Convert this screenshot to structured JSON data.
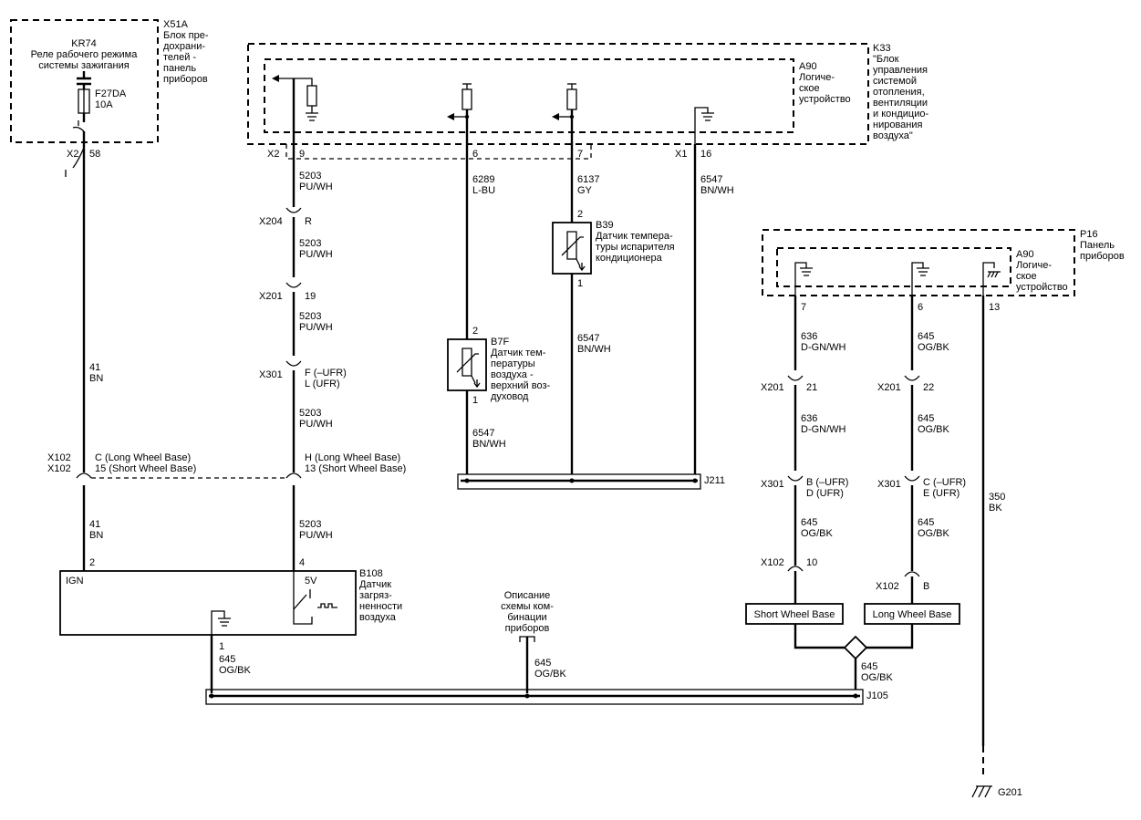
{
  "components": {
    "x51a": {
      "id": "X51A",
      "desc": [
        "Блок пре-",
        "дохрани-",
        "телей -",
        "панель",
        "приборов"
      ]
    },
    "kr74": {
      "id": "KR74",
      "desc": [
        "Реле рабочего режима",
        "системы зажигания"
      ]
    },
    "f27da": {
      "id": "F27DA",
      "rating": "10A"
    },
    "k33": {
      "id": "K33",
      "desc": [
        "\"Блок",
        "управления",
        "системой",
        "отопления,",
        "вентиляции",
        "и кондицио-",
        "нирования",
        "воздуха\""
      ]
    },
    "a90_k33": {
      "id": "A90",
      "desc": [
        "Логиче-",
        "ское",
        "устройство"
      ]
    },
    "p16": {
      "id": "P16",
      "desc": [
        "Панель",
        "приборов"
      ]
    },
    "a90_p16": {
      "id": "A90",
      "desc": [
        "Логиче-",
        "ское",
        "устройство"
      ]
    },
    "b39": {
      "id": "B39",
      "desc": [
        "Датчик темпера-",
        "туры испарителя",
        "кондиционера"
      ],
      "pin_top": "2",
      "pin_bottom": "1"
    },
    "b7f": {
      "id": "B7F",
      "desc": [
        "Датчик тем-",
        "пературы",
        "воздуха -",
        "верхний воз-",
        "духовод"
      ],
      "pin_top": "2",
      "pin_bottom": "1"
    },
    "b108": {
      "id": "B108",
      "desc": [
        "Датчик",
        "загряз-",
        "ненности",
        "воздуха"
      ],
      "ign": "IGN",
      "v5": "5V",
      "pin_left": "2",
      "pin_right": "4",
      "pin_ground": "1"
    },
    "j211": {
      "id": "J211"
    },
    "j105": {
      "id": "J105"
    },
    "g201": {
      "id": "G201"
    },
    "cluster_desc": [
      "Описание",
      "схемы ком-",
      "бинации",
      "приборов"
    ]
  },
  "connectors": {
    "x2_fuse": "X2",
    "x2_fuse_pin": "58",
    "x2_k33": "X2",
    "x2_k33_pin": "9",
    "x1_k33": "X1",
    "x1_k33_pin": "16",
    "k33_pin6": "6",
    "k33_pin7": "7",
    "p16_pin7": "7",
    "p16_pin6": "6",
    "p16_pin13": "13",
    "x204": "X204",
    "x204_pin": "R",
    "x201_a": "X201",
    "x201_a_pin": "19",
    "x301_a": "X301",
    "x301_a_pin1": "F (–UFR)",
    "x301_a_pin2": "L (UFR)",
    "x102_a": "X102",
    "x102_b": "X102",
    "x102_a_pin1": "C (Long Wheel Base)",
    "x102_a_pin2": "15 (Short Wheel Base)",
    "x102_c_pin1": "H (Long Wheel Base)",
    "x102_c_pin2": "13 (Short Wheel Base)",
    "x201_b": "X201",
    "x201_b_pin": "21",
    "x201_c": "X201",
    "x201_c_pin": "22",
    "x301_b": "X301",
    "x301_b_pin1": "B (–UFR)",
    "x301_b_pin2": "D (UFR)",
    "x301_c": "X301",
    "x301_c_pin1": "C (–UFR)",
    "x301_c_pin2": "E (UFR)",
    "x102_d": "X102",
    "x102_d_pin": "10",
    "x102_e": "X102",
    "x102_e_pin": "B"
  },
  "wires": {
    "w41_top": {
      "num": "41",
      "color": "BN"
    },
    "w41_bot": {
      "num": "41",
      "color": "BN"
    },
    "w5203_1": {
      "num": "5203",
      "color": "PU/WH"
    },
    "w5203_2": {
      "num": "5203",
      "color": "PU/WH"
    },
    "w5203_3": {
      "num": "5203",
      "color": "PU/WH"
    },
    "w5203_4": {
      "num": "5203",
      "color": "PU/WH"
    },
    "w5203_5": {
      "num": "5203",
      "color": "PU/WH"
    },
    "w6289": {
      "num": "6289",
      "color": "L-BU"
    },
    "w6137": {
      "num": "6137",
      "color": "GY"
    },
    "w6547_a": {
      "num": "6547",
      "color": "BN/WH"
    },
    "w6547_b": {
      "num": "6547",
      "color": "BN/WH"
    },
    "w6547_c": {
      "num": "6547",
      "color": "BN/WH"
    },
    "w636_a": {
      "num": "636",
      "color": "D-GN/WH"
    },
    "w636_b": {
      "num": "636",
      "color": "D-GN/WH"
    },
    "w645_a": {
      "num": "645",
      "color": "OG/BK"
    },
    "w645_b": {
      "num": "645",
      "color": "OG/BK"
    },
    "w645_c": {
      "num": "645",
      "color": "OG/BK"
    },
    "w645_d": {
      "num": "645",
      "color": "OG/BK"
    },
    "w645_e": {
      "num": "645",
      "color": "OG/BK"
    },
    "w645_f": {
      "num": "645",
      "color": "OG/BK"
    },
    "w645_g": {
      "num": "645",
      "color": "OG/BK"
    },
    "w350": {
      "num": "350",
      "color": "BK"
    }
  },
  "options": {
    "short": "Short Wheel Base",
    "long": "Long Wheel Base"
  }
}
